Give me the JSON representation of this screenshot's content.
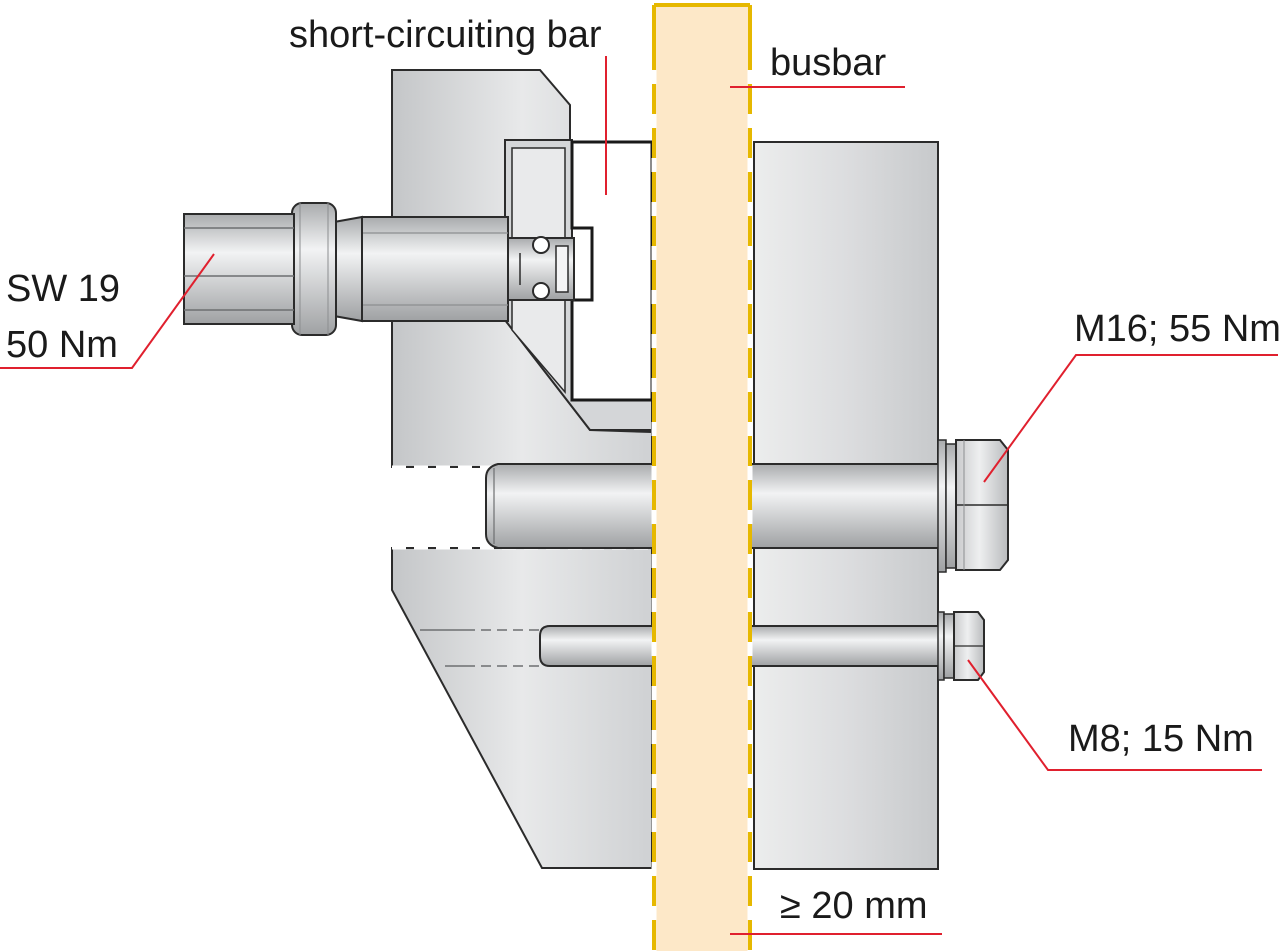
{
  "labels": {
    "short_circuiting_bar": "short-circuiting bar",
    "busbar": "busbar",
    "sw_size": "SW 19",
    "sw_torque": "50 Nm",
    "bolt_m16": "M16; 55 Nm",
    "bolt_m8": "M8; 15 Nm",
    "min_width": "≥ 20 mm"
  },
  "colors": {
    "leader_line": "#e0202e",
    "busbar_fill": "#fde8c8",
    "busbar_edge": "#e6b800",
    "metal_light": "#e6e7e8",
    "metal_dark": "#9a9c9e",
    "outline": "#2b2b2b"
  }
}
